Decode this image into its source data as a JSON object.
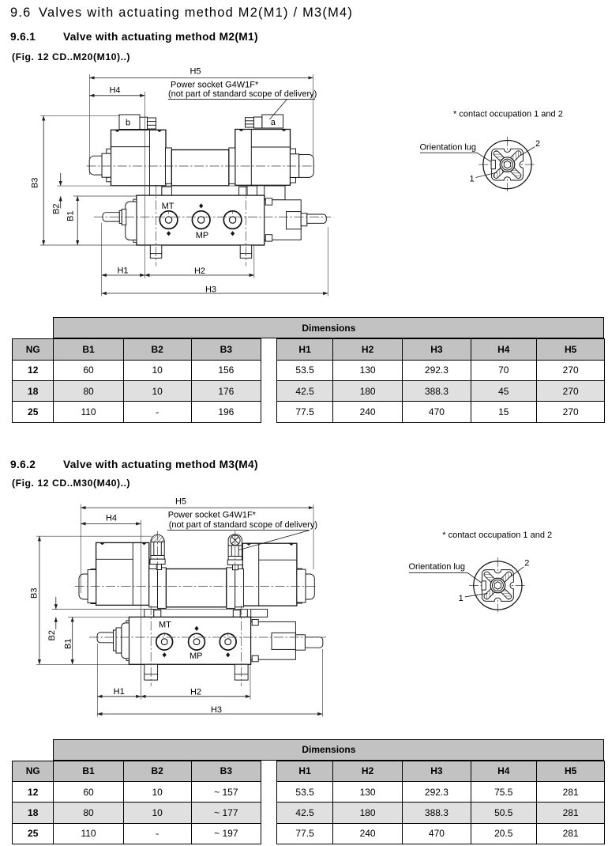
{
  "page": {
    "title_number": "9.6",
    "title": "Valves with actuating method M2(M1) / M3(M4)"
  },
  "sections": [
    {
      "number": "9.6.1",
      "title": "Valve with actuating method M2(M1)",
      "figure": "(Fig. 12 CD..M20(M10)..)"
    },
    {
      "number": "9.6.2",
      "title": "Valve with actuating method M3(M4)",
      "figure": "(Fig. 12 CD..M30(M40)..)"
    }
  ],
  "drawing": {
    "dims": {
      "h1": "H1",
      "h2": "H2",
      "h3": "H3",
      "h4": "H4",
      "h5": "H5",
      "b1": "B1",
      "b2": "B2",
      "b3": "B3"
    },
    "ports": {
      "mt": "MT",
      "mp": "MP"
    },
    "sockets": {
      "a": "a",
      "b": "b"
    },
    "note_line1": "Power socket G4W1F*",
    "note_line2": "(not part of standard scope of delivery)"
  },
  "connector": {
    "note": "* contact occupation 1 and 2",
    "orientation_lug": "Orientation lug",
    "pin1": "1",
    "pin2": "2"
  },
  "tables": {
    "title": "Dimensions",
    "headers": [
      "NG",
      "B1",
      "B2",
      "B3",
      "H1",
      "H2",
      "H3",
      "H4",
      "H5"
    ],
    "m2": {
      "rows": [
        [
          "12",
          "60",
          "10",
          "156",
          "53.5",
          "130",
          "292.3",
          "70",
          "270"
        ],
        [
          "18",
          "80",
          "10",
          "176",
          "42.5",
          "180",
          "388.3",
          "45",
          "270"
        ],
        [
          "25",
          "110",
          "-",
          "196",
          "77.5",
          "240",
          "470",
          "15",
          "270"
        ]
      ]
    },
    "m3": {
      "rows": [
        [
          "12",
          "60",
          "10",
          "~ 157",
          "53.5",
          "130",
          "292.3",
          "75.5",
          "281"
        ],
        [
          "18",
          "80",
          "10",
          "~ 177",
          "42.5",
          "180",
          "388.3",
          "50.5",
          "281"
        ],
        [
          "25",
          "110",
          "-",
          "~ 197",
          "77.5",
          "240",
          "470",
          "20.5",
          "281"
        ]
      ]
    },
    "colors": {
      "header_gray": "#c2c2c2",
      "row_alt_gray": "#e0e0e0"
    }
  }
}
